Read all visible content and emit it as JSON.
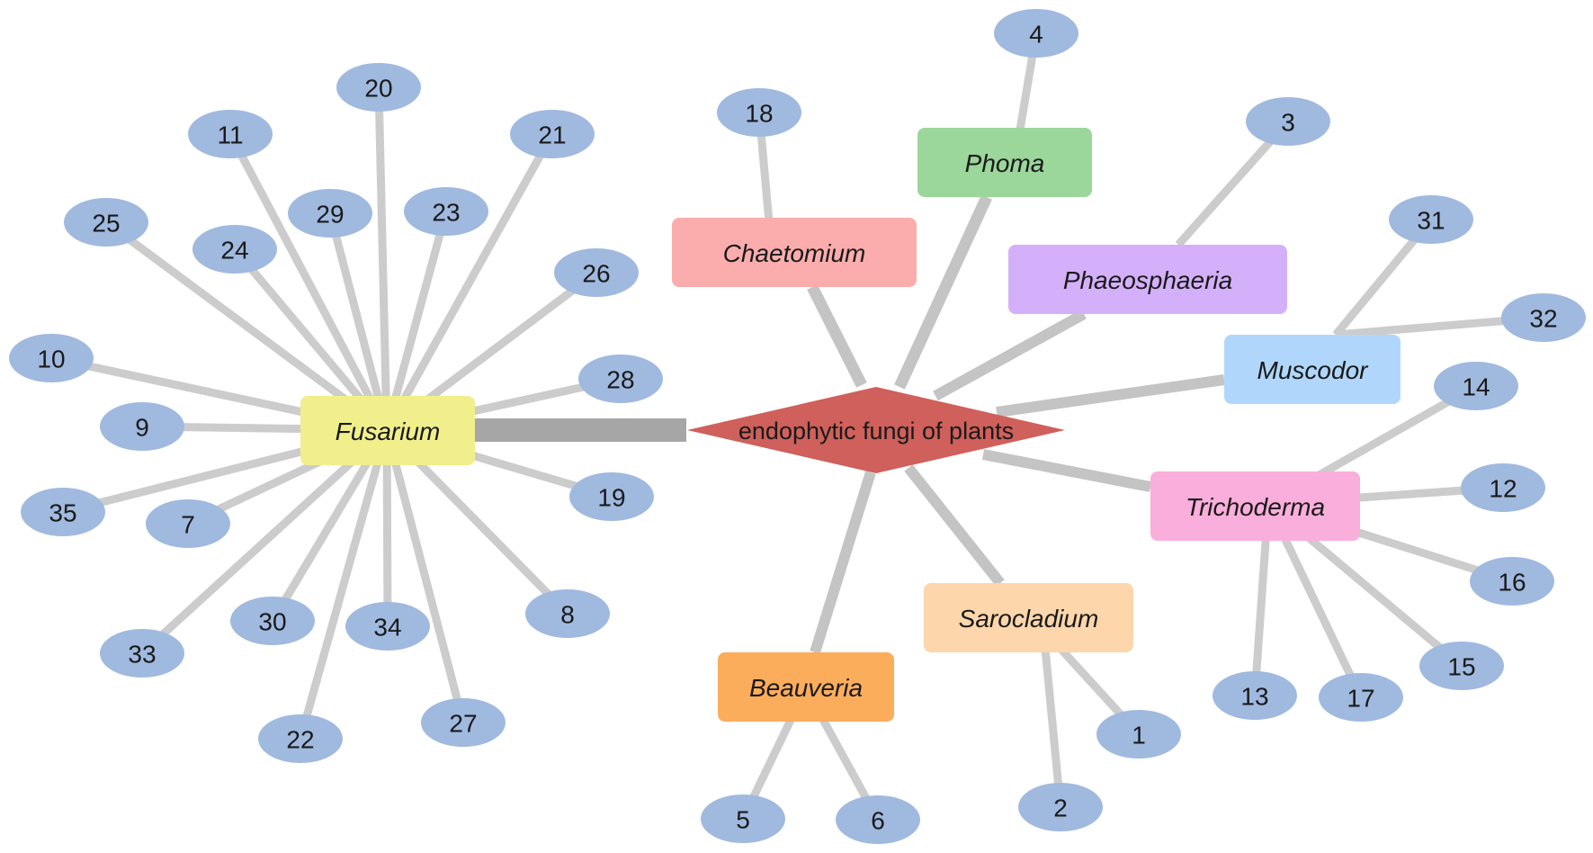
{
  "hub": {
    "label": "endophytic fungi of plants",
    "color": "#cf605b"
  },
  "genera": [
    {
      "id": "fusarium",
      "label": "Fusarium",
      "color": "#f0ef8c"
    },
    {
      "id": "chaetomium",
      "label": "Chaetomium",
      "color": "#fbadad"
    },
    {
      "id": "phoma",
      "label": "Phoma",
      "color": "#9bd69a"
    },
    {
      "id": "phaeosphaeria",
      "label": "Phaeosphaeria",
      "color": "#d4b0fb"
    },
    {
      "id": "muscodor",
      "label": "Muscodor",
      "color": "#b0d7fb"
    },
    {
      "id": "trichoderma",
      "label": "Trichoderma",
      "color": "#faaedb"
    },
    {
      "id": "sarocladium",
      "label": "Sarocladium",
      "color": "#fdd6ab"
    },
    {
      "id": "beauveria",
      "label": "Beauveria",
      "color": "#fcad5c"
    }
  ],
  "leaves": {
    "fusarium": [
      "20",
      "11",
      "29",
      "23",
      "21",
      "25",
      "24",
      "26",
      "10",
      "28",
      "9",
      "19",
      "35",
      "7",
      "30",
      "34",
      "8",
      "33",
      "22",
      "27"
    ],
    "chaetomium": [
      "18"
    ],
    "phoma": [
      "4"
    ],
    "phaeosphaeria": [
      "3"
    ],
    "muscodor": [
      "31",
      "32"
    ],
    "trichoderma": [
      "14",
      "12",
      "16",
      "15",
      "17",
      "13"
    ],
    "sarocladium": [
      "1",
      "2"
    ],
    "beauveria": [
      "5",
      "6"
    ]
  },
  "leaf_color": "#a0b9df"
}
